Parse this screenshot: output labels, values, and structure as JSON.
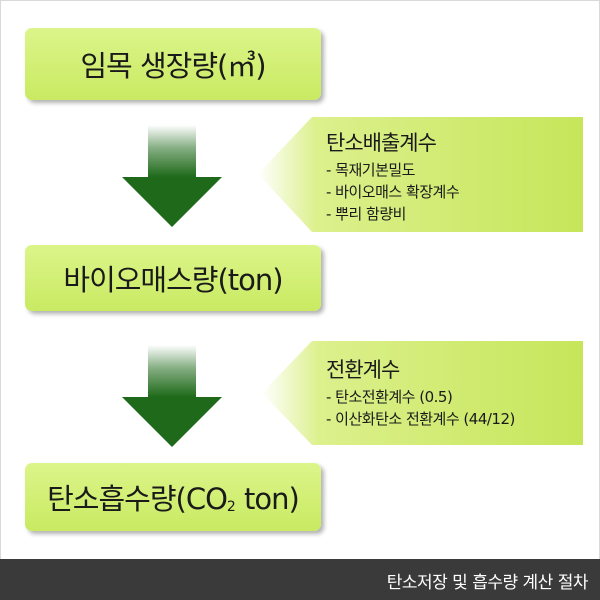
{
  "stages": [
    {
      "text": "임목 생장량(㎥)"
    },
    {
      "text": "바이오매스량(ton)"
    },
    {
      "text_before": "탄소흡수량(CO",
      "subscript": "2",
      "text_after": " ton)"
    }
  ],
  "callouts": [
    {
      "heading": "탄소배출계수",
      "items": [
        "- 목재기본밀도",
        "- 바이오매스 확장계수",
        "- 뿌리 함량비"
      ]
    },
    {
      "heading": "전환계수",
      "items": [
        "- 탄소전환계수 (0.5)",
        "- 이산화탄소 전환계수 (44/12)"
      ]
    }
  ],
  "footer": {
    "caption": "탄소저장 및 흡수량 계산 절차"
  },
  "colors": {
    "box_fill": "#d3f078",
    "arrow": "#1f6a1a",
    "footer_bg": "#3a3a3a"
  }
}
